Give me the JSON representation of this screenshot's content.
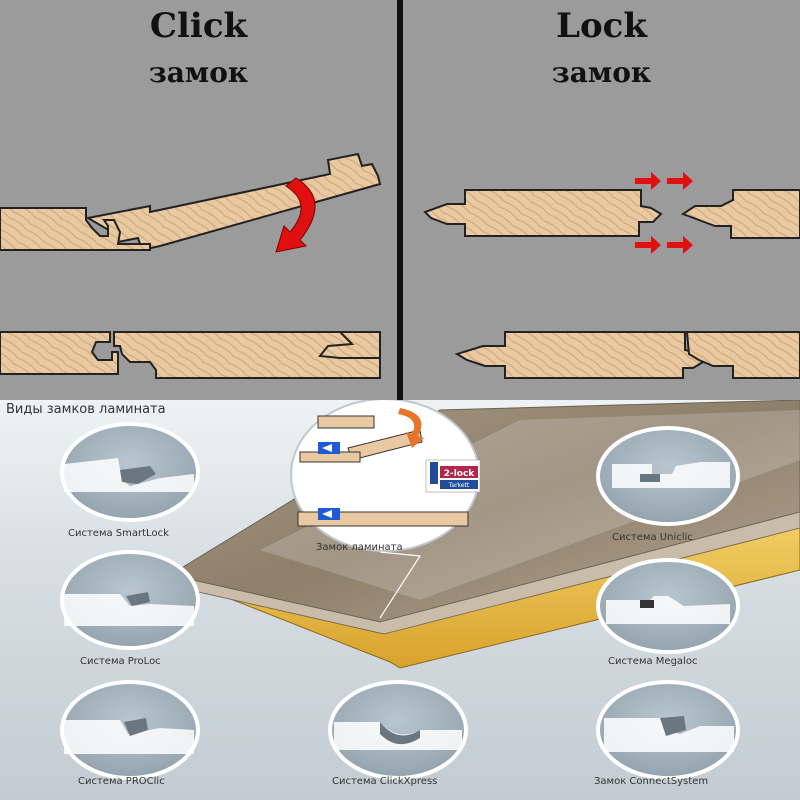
{
  "panels": {
    "click": {
      "title": "Click",
      "subtitle": "замок"
    },
    "lock": {
      "title": "Lock",
      "subtitle": "замок"
    }
  },
  "bottom": {
    "title": "Виды замков ламината",
    "center_caption": "Замок ламината",
    "badge": {
      "main": "2-lock",
      "sub": "Tarkett"
    },
    "systems": [
      "Система SmartLock",
      "Система Uniclic",
      "Система ProLoc",
      "Система Megaloc",
      "Система PROClic",
      "Система ClickXpress",
      "Замок ConnectSystem"
    ]
  },
  "colors": {
    "panel_bg": "#9b9b9b",
    "wood": "#e9c9a1",
    "arrow_red": "#e01010",
    "arrow_orange": "#e8742a",
    "laminate_core": "#e6b53c",
    "badge_red": "#b2274a",
    "badge_blue": "#1f4d9a"
  },
  "icons": [
    "curved-arrow-icon",
    "push-arrow-icon"
  ]
}
